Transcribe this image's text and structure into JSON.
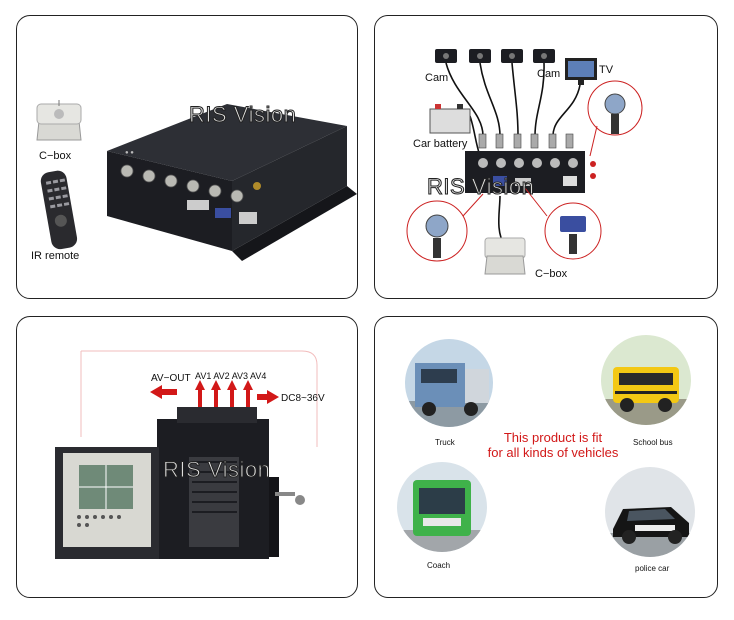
{
  "panel1": {
    "watermark": "RIS Vision",
    "cbox_label": "C−box",
    "remote_label": "IR remote"
  },
  "panel2": {
    "watermark": "RIS Vision",
    "cam_label_1": "Cam",
    "cam_label_2": "Cam",
    "tv_label": "TV",
    "battery_label": "Car battery",
    "cbox_label": "C−box"
  },
  "panel3": {
    "watermark": "RIS Vision",
    "av_out": "AV−OUT",
    "av_labels": "AV1 AV2 AV3 AV4",
    "dc_label": "DC8~36V"
  },
  "panel4": {
    "headline_1": "This product is fit",
    "headline_2": "for all kinds of vehicles",
    "vehicles": [
      "Truck",
      "School bus",
      "Coach",
      "police car"
    ]
  },
  "colors": {
    "border": "#222222",
    "accent_red": "#d21818",
    "device": "#1c1d22"
  }
}
